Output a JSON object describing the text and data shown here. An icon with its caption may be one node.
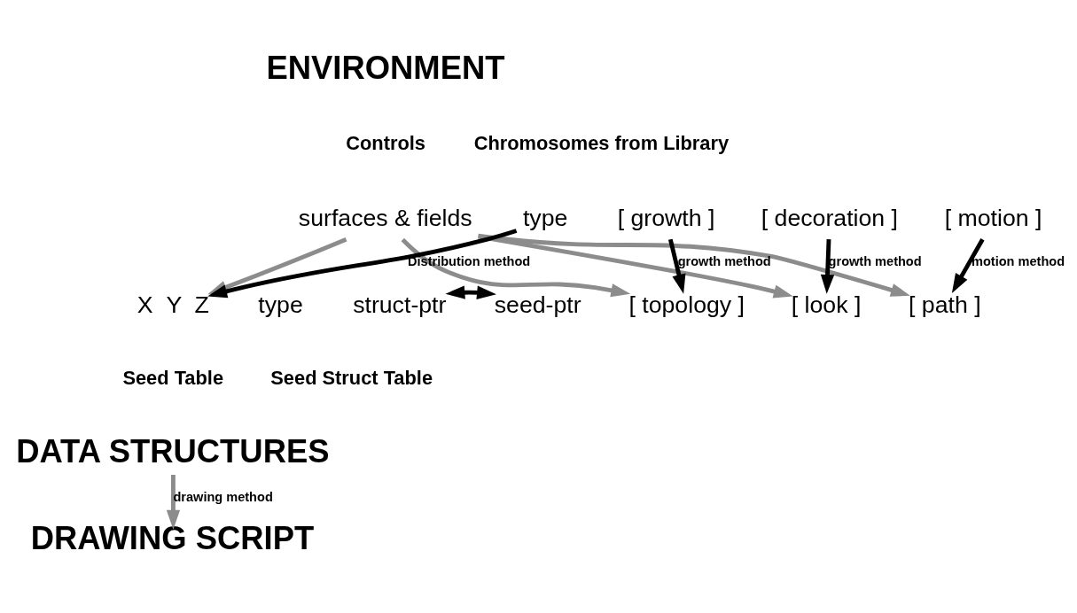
{
  "diagram": {
    "nodes": [
      {
        "text": [
          "ENVIRONMENT"
        ]
      },
      {
        "text": [
          "Controls"
        ]
      },
      {
        "text": [
          "Chromosomes from Library"
        ]
      },
      {
        "text": [
          "surfaces & fields"
        ]
      },
      {
        "text": [
          "type"
        ]
      },
      {
        "text": [
          "[ growth ]"
        ]
      },
      {
        "text": [
          "[ decoration ]"
        ]
      },
      {
        "text": [
          "[ motion ]"
        ]
      },
      {
        "text": [
          "X  Y  Z"
        ]
      },
      {
        "text": [
          "type"
        ]
      },
      {
        "text": [
          "struct-ptr"
        ]
      },
      {
        "text": [
          "seed-ptr"
        ]
      },
      {
        "text": [
          "[ topology ]"
        ]
      },
      {
        "text": [
          "[ look ]"
        ]
      },
      {
        "text": [
          "[ path ]"
        ]
      },
      {
        "text": [
          "Seed Table"
        ]
      },
      {
        "text": [
          "Seed Struct Table"
        ]
      },
      {
        "text": [
          "DATA STRUCTURES"
        ]
      },
      {
        "text": [
          "DRAWING SCRIPT"
        ]
      }
    ],
    "edges": [
      {
        "from": 3,
        "to": 8,
        "arrow": "to"
      },
      {
        "from": 3,
        "to": 12,
        "arrow": "to"
      },
      {
        "from": 3,
        "to": 13,
        "arrow": "to"
      },
      {
        "from": 3,
        "to": 14,
        "arrow": "to"
      },
      {
        "from": 4,
        "to": 8,
        "arrow": "to",
        "label": "Distribution method",
        "color": "#000000"
      },
      {
        "from": 5,
        "to": 12,
        "arrow": "to",
        "label": "growth method",
        "color": "#000000"
      },
      {
        "from": 6,
        "to": 13,
        "arrow": "to",
        "label": "growth method",
        "color": "#000000"
      },
      {
        "from": 7,
        "to": 14,
        "arrow": "to",
        "label": "motion method",
        "color": "#000000"
      },
      {
        "from": 10,
        "to": 11,
        "arrow": "both",
        "color": "#000000"
      },
      {
        "from": 17,
        "to": 18,
        "arrow": "to",
        "label": "drawing method"
      }
    ]
  }
}
